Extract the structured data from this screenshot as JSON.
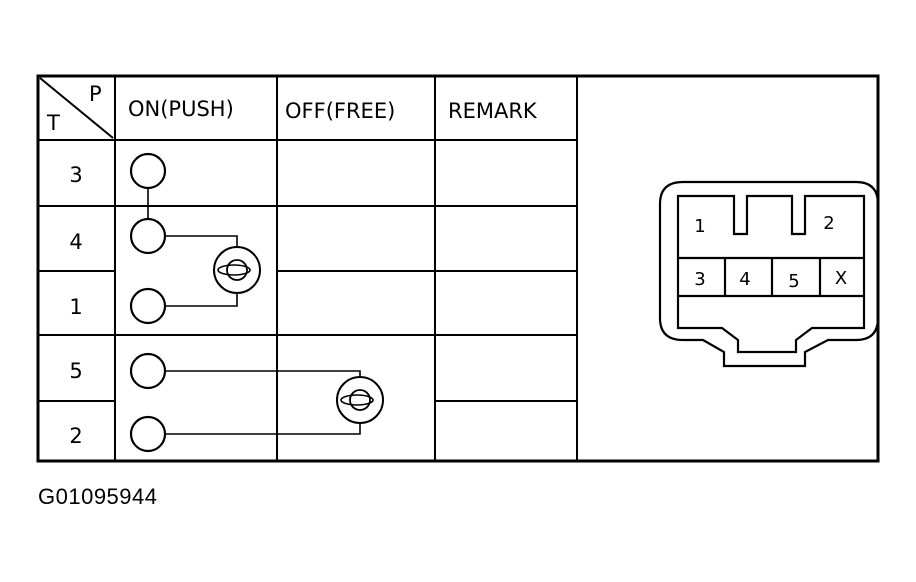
{
  "table": {
    "corner_top": "P",
    "corner_bottom": "T",
    "headers": [
      "ON(PUSH)",
      "OFF(FREE)",
      "REMARK"
    ],
    "rows": [
      "3",
      "4",
      "1",
      "5",
      "2"
    ]
  },
  "connector": {
    "pins_top": [
      "1",
      "2"
    ],
    "pins_bottom": [
      "3",
      "4",
      "5",
      "X"
    ]
  },
  "figure_id": "G01095944"
}
